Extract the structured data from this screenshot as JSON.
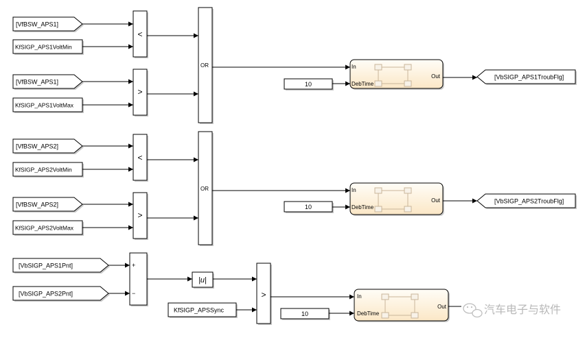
{
  "groups": [
    {
      "inputs": [
        "[VfBSW_APS1]",
        "KfSIGP_APS1VoltMin",
        "[VfBSW_APS1]",
        "KfSIGP_APS1VoltMax"
      ],
      "ops": [
        "<",
        ">"
      ],
      "logic": "OR",
      "const": "10",
      "debounce_ports": [
        "In",
        "DebTime",
        "Out"
      ],
      "output": "[VbSIGP_APS1TroubFlg]"
    },
    {
      "inputs": [
        "[VfBSW_APS2]",
        "KfSIGP_APS2VoltMin",
        "[VfBSW_APS2]",
        "KfSIGP_APS2VoltMax"
      ],
      "ops": [
        "<",
        ">"
      ],
      "logic": "OR",
      "const": "10",
      "debounce_ports": [
        "In",
        "DebTime",
        "Out"
      ],
      "output": "[VbSIGP_APS2TroubFlg]"
    }
  ],
  "sync": {
    "inputs": [
      "[VbSIGP_APS1Pnt]",
      "[VbSIGP_APS2Pnt]"
    ],
    "signs": [
      "+",
      "−"
    ],
    "abs_label": "|u|",
    "threshold": "KfSIGP_APSSync",
    "op": ">",
    "const": "10",
    "debounce_ports": [
      "In",
      "DebTime",
      "Out"
    ],
    "watermark": "汽车电子与软件"
  },
  "colors": {
    "subsystem_top": "#fffdf7",
    "subsystem_bottom": "#fbe7c6",
    "wire": "#000000"
  }
}
